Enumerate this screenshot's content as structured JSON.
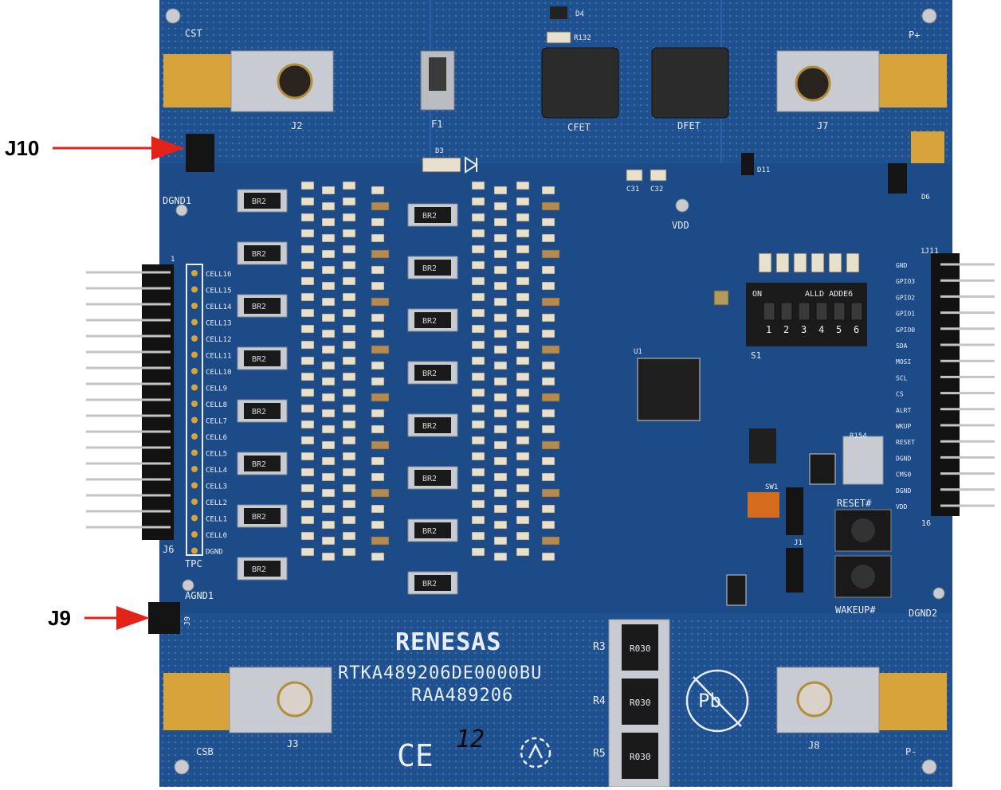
{
  "callouts": {
    "j10": "J10",
    "j9": "J9"
  },
  "board": {
    "brand": "RENESAS",
    "part_number": "RTKA489206DE0000BU",
    "chip_name": "RAA489206",
    "handwritten_mark": "12",
    "ce_mark": "CE",
    "pb_mark": "Pb",
    "designators": {
      "cst": "CST",
      "p_plus": "P+",
      "j2": "J2",
      "f1": "F1",
      "cfet": "CFET",
      "dfet": "DFET",
      "j7": "J7",
      "d3": "D3",
      "d4": "D4",
      "r132": "R132",
      "dgnd1": "DGND1",
      "vdd": "VDD",
      "j6": "J6",
      "tpc": "TPC",
      "agnd1": "AGND1",
      "j9": "J9",
      "j11": "J11",
      "pin_1_left": "1",
      "pin_1_right": "1",
      "pin_16": "16",
      "s1": "S1",
      "u1": "U1",
      "sw1": "SW1",
      "j1": "J1",
      "j3": "J3",
      "j8": "J8",
      "csb": "CSB",
      "p_minus": "P-",
      "reset": "RESET#",
      "wakeup": "WAKEUP#",
      "dgnd2": "DGND2",
      "r3": "R3",
      "r4": "R4",
      "r5": "R5",
      "r030": "R030",
      "r154": "R154",
      "d6": "D6",
      "d11": "D11",
      "c31": "C31",
      "c32": "C32"
    },
    "cell_labels": [
      "CELL16",
      "CELL15",
      "CELL14",
      "CELL13",
      "CELL12",
      "CELL11",
      "CELL10",
      "CELL9",
      "CELL8",
      "CELL7",
      "CELL6",
      "CELL5",
      "CELL4",
      "CELL3",
      "CELL2",
      "CELL1",
      "CELL0",
      "DGND"
    ],
    "right_pins": [
      "GND",
      "GPIO3",
      "GPIO2",
      "GPIO1",
      "GPIO0",
      "SDA",
      "MOSI",
      "SCL",
      "CS",
      "ALRT",
      "WKUP",
      "RESET",
      "DGND",
      "CMS0",
      "DGND",
      "VDD"
    ],
    "resistor_value": "BR2",
    "dip_switch": {
      "on_label": "ON",
      "mode_label": "ALLD ADDE6",
      "numbers": [
        "1",
        "2",
        "3",
        "4",
        "5",
        "6"
      ]
    }
  },
  "colors": {
    "pcb": "#1c4b87",
    "pcb_dark": "#173d72",
    "silk": "#e8eef6",
    "gold": "#d7a33a",
    "arrow": "#e2231a"
  }
}
